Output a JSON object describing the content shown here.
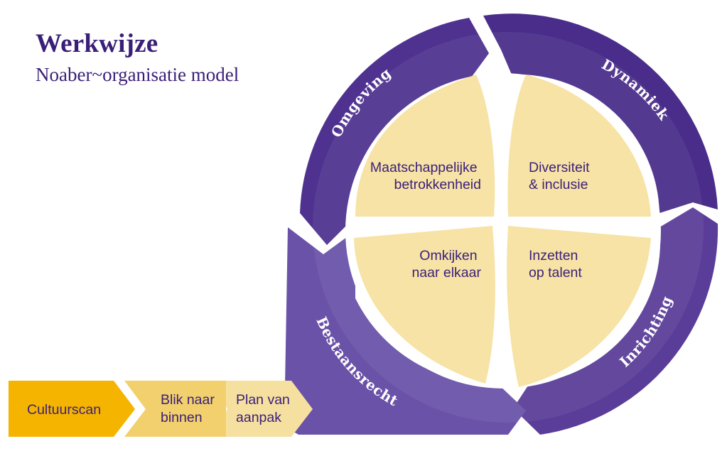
{
  "header": {
    "title": "Werkwijze",
    "subtitle": "Noaber~organisatie model"
  },
  "ring_segments": [
    {
      "label": "Omgeving"
    },
    {
      "label": "Dynamiek"
    },
    {
      "label": "Inrichting"
    },
    {
      "label": "Bestaansrecht"
    }
  ],
  "quadrants": [
    {
      "line1": "Maatschappelijke",
      "line2": "betrokkenheid"
    },
    {
      "line1": "Diversiteit",
      "line2": "& inclusie"
    },
    {
      "line1": "Omkijken",
      "line2": "naar elkaar"
    },
    {
      "line1": "Inzetten",
      "line2": "op talent"
    }
  ],
  "steps": [
    {
      "label": "Cultuurscan",
      "line2": ""
    },
    {
      "label": "Blik naar",
      "line2": "binnen"
    },
    {
      "label": "Plan van",
      "line2": "aanpak"
    }
  ],
  "colors": {
    "purple_dark": "#4a2d8a",
    "purple_mid": "#5b3f99",
    "purple_light": "#6a52a8",
    "cream": "#f7e3a6",
    "step1": "#f5b400",
    "step2": "#f1d06d",
    "step3": "#f6e0a0",
    "text_purple": "#3a1f78"
  }
}
